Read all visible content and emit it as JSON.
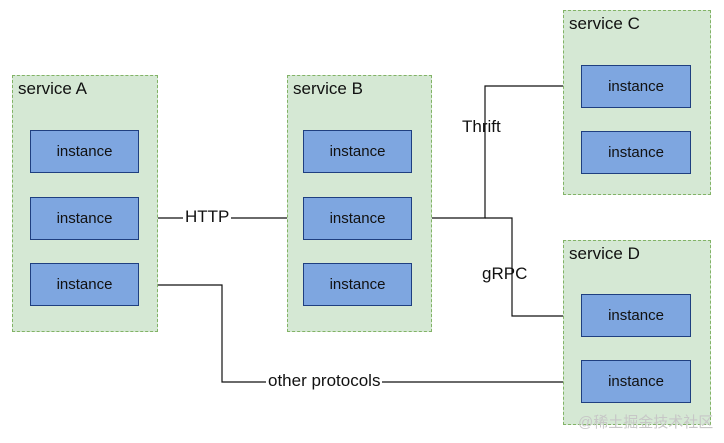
{
  "services": [
    {
      "id": "A",
      "label": "service A",
      "instances": [
        "instance",
        "instance",
        "instance"
      ]
    },
    {
      "id": "B",
      "label": "service B",
      "instances": [
        "instance",
        "instance",
        "instance"
      ]
    },
    {
      "id": "C",
      "label": "service C",
      "instances": [
        "instance",
        "instance"
      ]
    },
    {
      "id": "D",
      "label": "service D",
      "instances": [
        "instance",
        "instance"
      ]
    }
  ],
  "edges": [
    {
      "id": "http",
      "label": "HTTP"
    },
    {
      "id": "thrift",
      "label": "Thrift"
    },
    {
      "id": "grpc",
      "label": "gRPC"
    },
    {
      "id": "other",
      "label": "other protocols"
    }
  ],
  "watermark": "@稀土掘金技术社区",
  "colors": {
    "group_fill": "#d5e8d4",
    "group_border": "#82b366",
    "node_fill": "#7ea6e0",
    "node_border": "#1f3f80",
    "edge": "#111111"
  }
}
